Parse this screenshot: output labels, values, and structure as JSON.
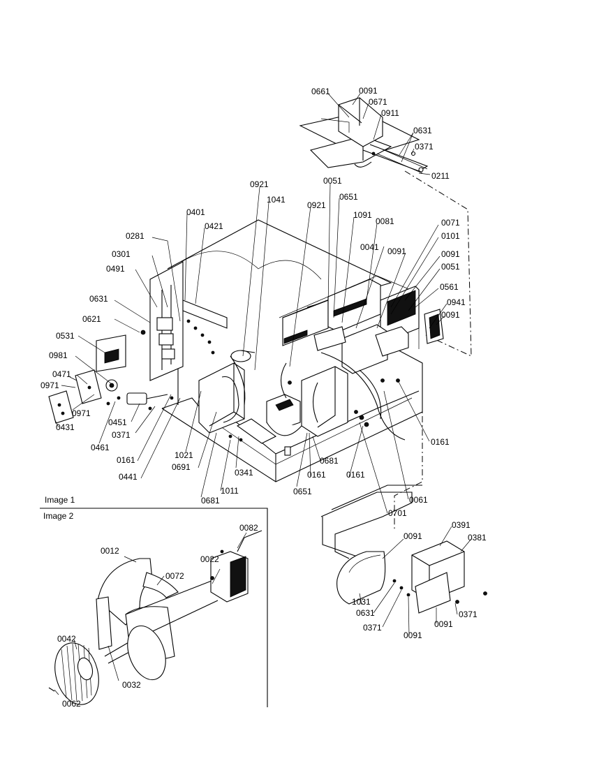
{
  "frame_labels": {
    "image1": "Image 1",
    "image2": "Image 2"
  },
  "colors": {
    "ink": "#000000",
    "paper": "#ffffff"
  },
  "callouts": [
    "0661",
    "0091",
    "0671",
    "0911",
    "0631",
    "0371",
    "0211",
    "0921",
    "1041",
    "0051",
    "0651",
    "1091",
    "0081",
    "0921",
    "0401",
    "0421",
    "0071",
    "0101",
    "0281",
    "0301",
    "0041",
    "0091",
    "0091",
    "0051",
    "0491",
    "0561",
    "0631",
    "0941",
    "0091",
    "0621",
    "0531",
    "0981",
    "0471",
    "0971",
    "0971",
    "0431",
    "0451",
    "0371",
    "0461",
    "0161",
    "0441",
    "1021",
    "0691",
    "0341",
    "1011",
    "0681",
    "0651",
    "0161",
    "0161",
    "0681",
    "0061",
    "0701",
    "0161",
    "0091",
    "0391",
    "0381",
    "1031",
    "0631",
    "0371",
    "0091",
    "0091",
    "0371",
    "0012",
    "0072",
    "0022",
    "0082",
    "0042",
    "0032",
    "0062"
  ]
}
